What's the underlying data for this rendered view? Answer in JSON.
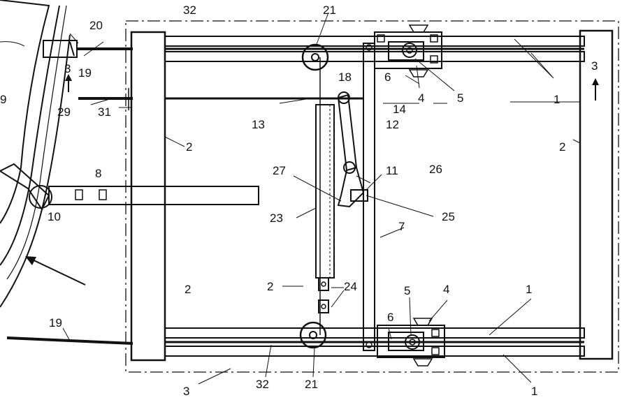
{
  "figure": {
    "labels": {
      "l32_top": "32",
      "l20": "20",
      "l21_top": "21",
      "l19_top": "19",
      "l3_left": "3",
      "l18": "18",
      "l6_top": "6",
      "l4_top": "4",
      "l5_top": "5",
      "l1_top": "1",
      "l3_right": "3",
      "l9": "9",
      "l29": "29",
      "l31": "31",
      "l13": "13",
      "l14": "14",
      "l12": "12",
      "l2_left": "2",
      "l2_right": "2",
      "l8": "8",
      "l27": "27",
      "l11": "11",
      "l26": "26",
      "l10": "10",
      "l25": "25",
      "l23": "23",
      "l7": "7",
      "l2_bottom_left": "2",
      "l2_center": "2",
      "l24": "24",
      "l5_bottom": "5",
      "l4_bottom": "4",
      "l1_bottom_upper": "1",
      "l6_bottom": "6",
      "l19_bottom": "19",
      "l3_bottom": "3",
      "l32_bottom": "32",
      "l21_bottom": "21",
      "l1_bottom_lower": "1"
    }
  }
}
